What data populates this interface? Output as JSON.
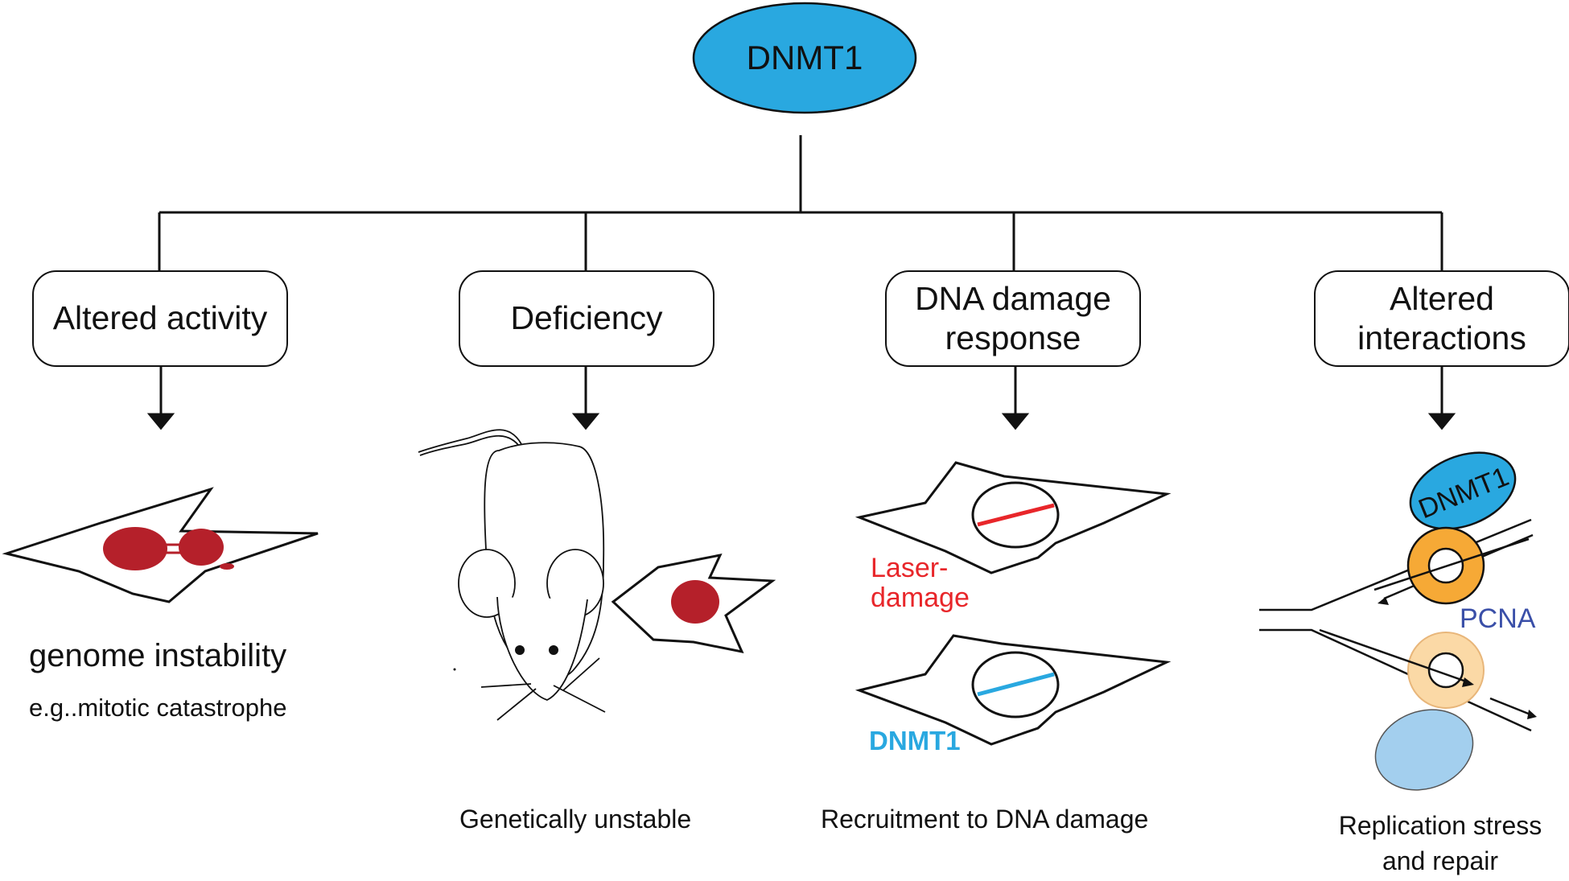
{
  "root": {
    "label": "DNMT1",
    "fill": "#29a8e0"
  },
  "categories": [
    {
      "id": "altered-activity",
      "lines": [
        "Altered activity"
      ]
    },
    {
      "id": "deficiency",
      "lines": [
        "Deficiency"
      ]
    },
    {
      "id": "dna-damage-response",
      "lines": [
        "DNA damage",
        "response"
      ]
    },
    {
      "id": "altered-interactions",
      "lines": [
        "Altered",
        "interactions"
      ]
    }
  ],
  "outcomes": {
    "activity": {
      "title": "genome instability",
      "subtitle": "e.g..mitotic catastrophe"
    },
    "deficiency": {
      "caption": "Genetically unstable"
    },
    "damage": {
      "laser_label": "Laser-\ndamage",
      "dnmt1_label": "DNMT1",
      "caption": "Recruitment to DNA damage"
    },
    "interactions": {
      "dnmt1_label": "DNMT1",
      "pcna_label": "PCNA",
      "caption": [
        "Replication stress",
        "and repair"
      ]
    }
  },
  "colors": {
    "nucleus_red": "#b5202a",
    "laser_red": "#e8262a",
    "dnmt1_blue": "#29a8e0",
    "pcna_orange": "#f6a936",
    "pcna_light": "#fbd9a6",
    "dnmt1_light": "#a3cfee",
    "pcna_text": "#3a4fa8"
  },
  "icons": [
    "cell-icon",
    "mouse-icon",
    "replication-fork-icon"
  ]
}
